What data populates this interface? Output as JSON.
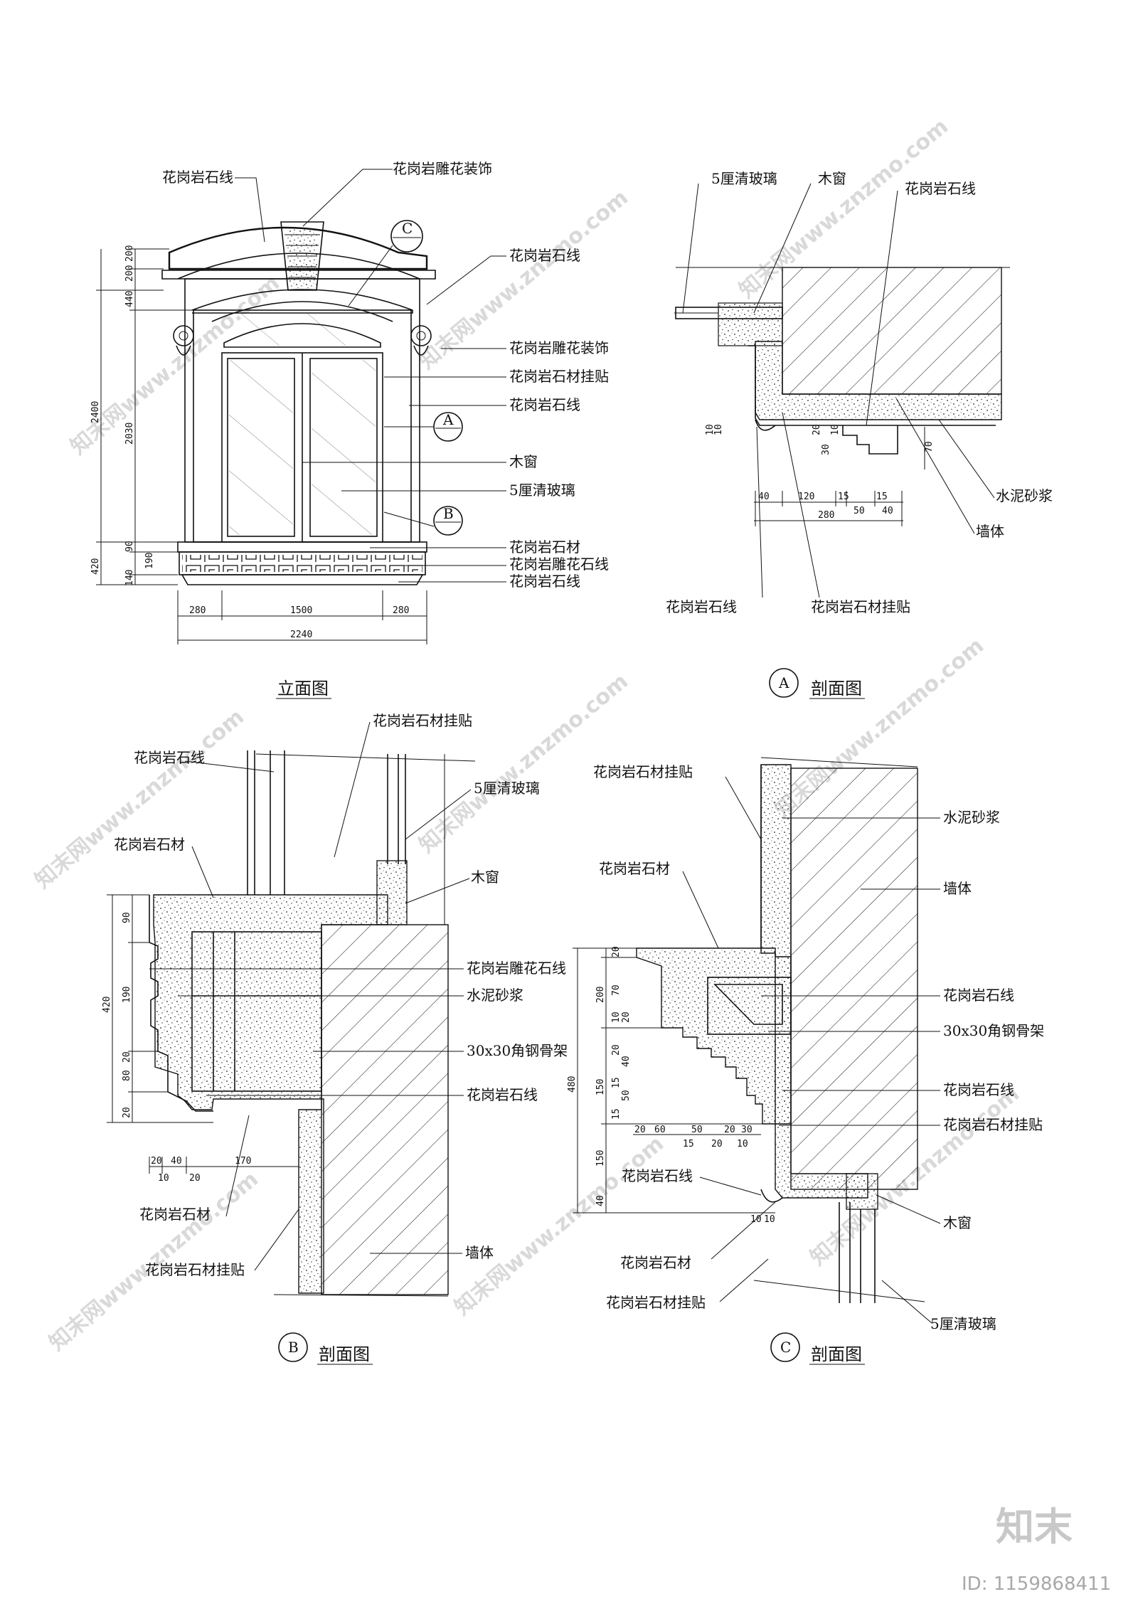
{
  "elevation": {
    "title": "立面图",
    "callouts": [
      "花岗岩石线",
      "花岗岩雕花装饰",
      "花岗岩石线",
      "花岗岩雕花装饰",
      "花岗岩石材挂贴",
      "花岗岩石线",
      "木窗",
      "5厘清玻璃",
      "花岗岩石材",
      "花岗岩雕花石线",
      "花岗岩石线"
    ],
    "section_marks": [
      "C",
      "A",
      "B"
    ],
    "dims_left": [
      "200",
      "200",
      "440",
      "2030",
      "2400",
      "420",
      "90",
      "190",
      "140"
    ],
    "dims_bottom": [
      "280",
      "1500",
      "280",
      "2240"
    ]
  },
  "section_a": {
    "mark": "A",
    "title": "剖面图",
    "callouts": [
      "5厘清玻璃",
      "木窗",
      "花岗岩石线",
      "水泥砂浆",
      "墙体",
      "花岗岩石线",
      "花岗岩石材挂贴"
    ],
    "dims": [
      "10",
      "10",
      "20",
      "30",
      "10",
      "70",
      "40",
      "120",
      "15",
      "15",
      "50",
      "40",
      "280"
    ]
  },
  "section_b": {
    "mark": "B",
    "title": "剖面图",
    "callouts": [
      "花岗岩石线",
      "花岗岩石材挂贴",
      "5厘清玻璃",
      "花岗岩石材",
      "木窗",
      "花岗岩雕花石线",
      "水泥砂浆",
      "30x30角钢骨架",
      "花岗岩石线",
      "花岗岩石材",
      "花岗岩石材挂贴",
      "墙体"
    ],
    "dims": [
      "90",
      "420",
      "190",
      "20",
      "80",
      "20",
      "20",
      "40",
      "170",
      "10",
      "20"
    ]
  },
  "section_c": {
    "mark": "C",
    "title": "剖面图",
    "callouts": [
      "花岗岩石材挂贴",
      "水泥砂浆",
      "花岗岩石材",
      "墙体",
      "花岗岩石线",
      "30x30角钢骨架",
      "花岗岩石线",
      "花岗岩石材挂贴",
      "花岗岩石线",
      "木窗",
      "花岗岩石材",
      "花岗岩石材挂贴",
      "5厘清玻璃"
    ],
    "dims": [
      "20",
      "200",
      "70",
      "10",
      "20",
      "480",
      "20",
      "40",
      "150",
      "15",
      "50",
      "15",
      "150",
      "40",
      "20",
      "60",
      "50",
      "20",
      "30",
      "15",
      "20",
      "10",
      "10",
      "10"
    ]
  },
  "watermark": {
    "brand": "知末",
    "id_text": "ID: 1159868411",
    "site": "知末网www.znzmo.com"
  }
}
